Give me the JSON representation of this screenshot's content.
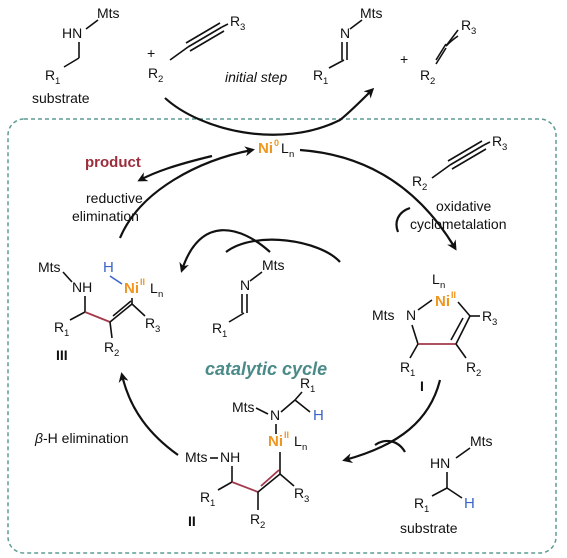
{
  "colors": {
    "nickel": "#f0961e",
    "hydrogen": "#3a66c9",
    "product": "#9b2d3c",
    "cycle_title": "#4a8a88",
    "new_bond": "#a33a4c",
    "box_border": "#5f9b94"
  },
  "atoms": {
    "mts": "Mts",
    "nh": "NH",
    "hn": "HN",
    "n": "N",
    "h": "H",
    "ni": "Ni",
    "l": "L",
    "n_sub": "n",
    "ox_zero": "0",
    "ox_two": "II",
    "r": "R",
    "one": "1",
    "two": "2",
    "three": "3"
  },
  "text": {
    "substrate_top": "substrate",
    "substrate_bottom": "substrate",
    "plus_1": "+",
    "plus_2": "+",
    "initial_step": "initial step",
    "product": "product",
    "reductive_1": "reductive",
    "reductive_2": "elimination",
    "oxidative_1": "oxidative",
    "oxidative_2": "cyclometalation",
    "beta_symbol": "β",
    "beta_rest": "-H elimination",
    "catalytic_cycle": "catalytic cycle",
    "label_I": "I",
    "label_II": "II",
    "label_III": "III"
  }
}
